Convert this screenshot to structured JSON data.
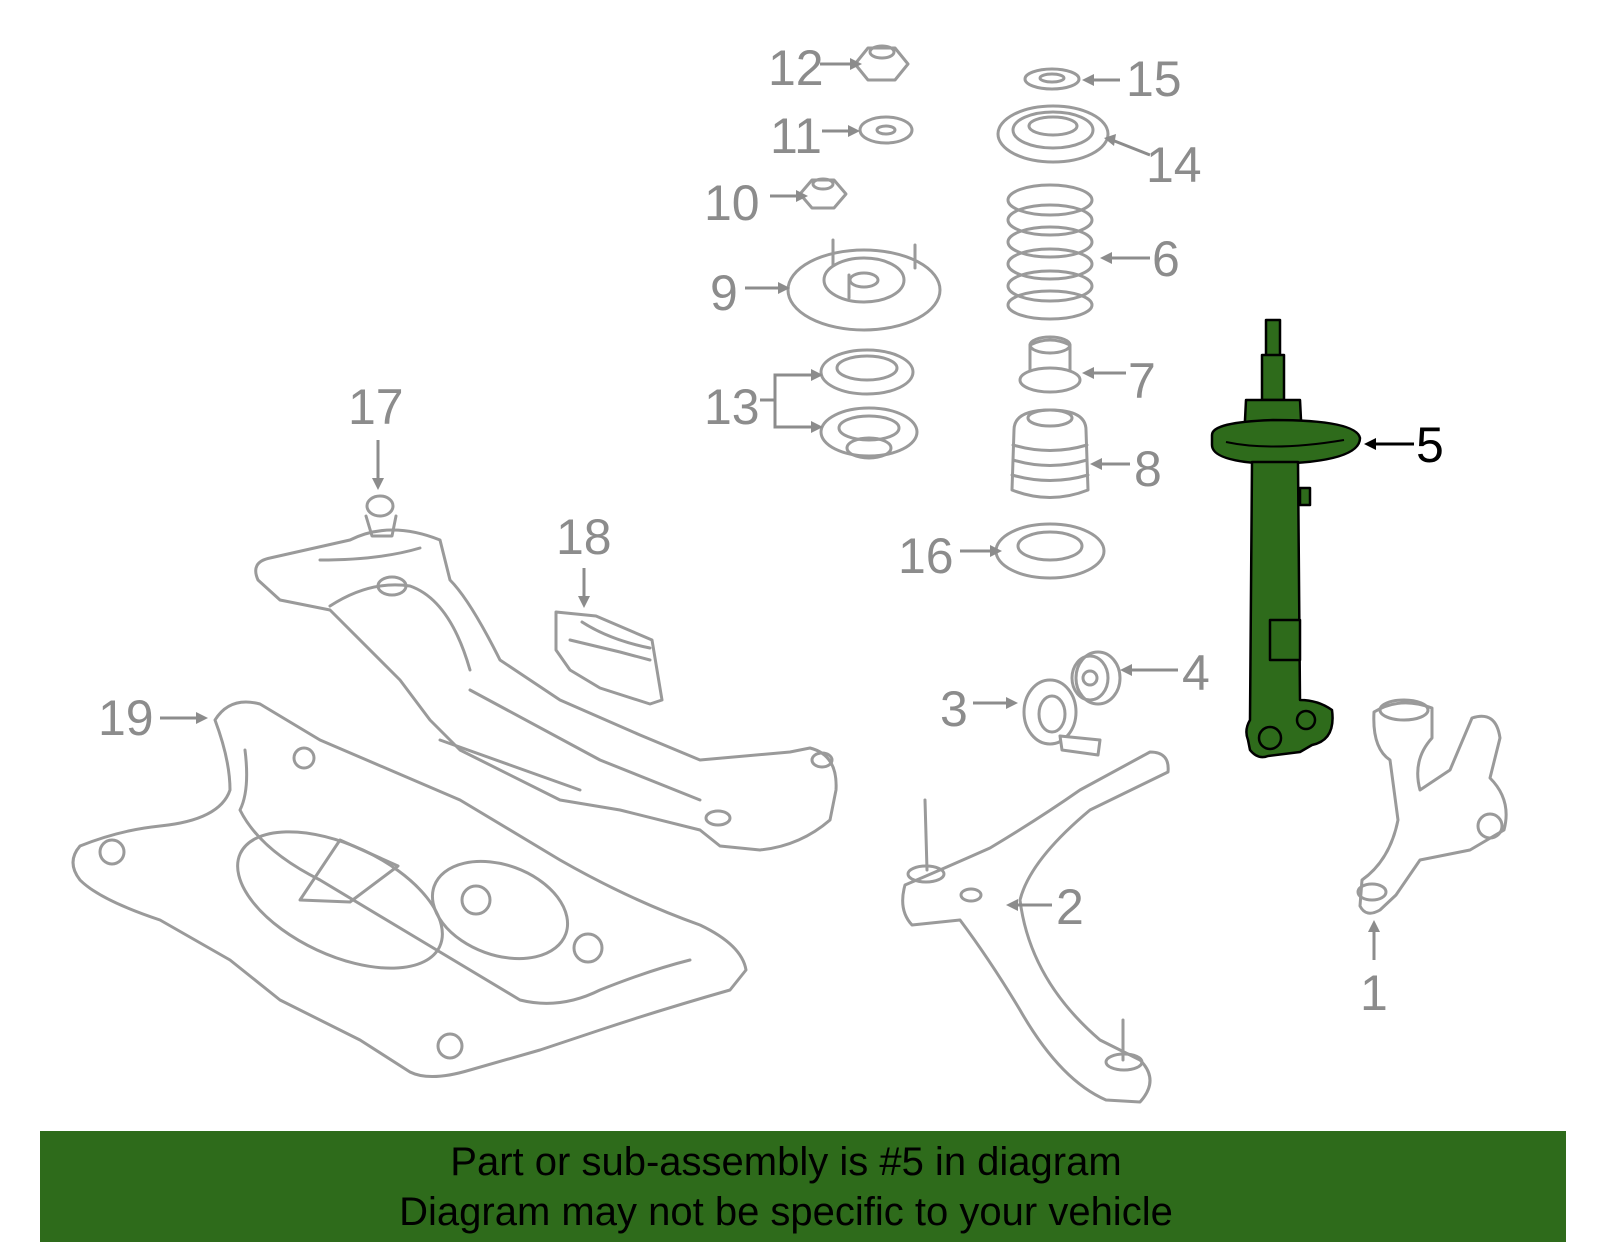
{
  "callouts": {
    "c1": "1",
    "c2": "2",
    "c3": "3",
    "c4": "4",
    "c5": "5",
    "c6": "6",
    "c7": "7",
    "c8": "8",
    "c9": "9",
    "c10": "10",
    "c11": "11",
    "c12": "12",
    "c13": "13",
    "c14": "14",
    "c15": "15",
    "c16": "16",
    "c17": "17",
    "c18": "18",
    "c19": "19"
  },
  "highlighted_part": "5",
  "banner": {
    "line1": "Part or sub-assembly is #5 in diagram",
    "line2": "Diagram may not be specific to your vehicle"
  },
  "colors": {
    "highlight": "#2e6b1b",
    "banner": "#2e6b1b",
    "line_art": "#9a9a9a"
  }
}
